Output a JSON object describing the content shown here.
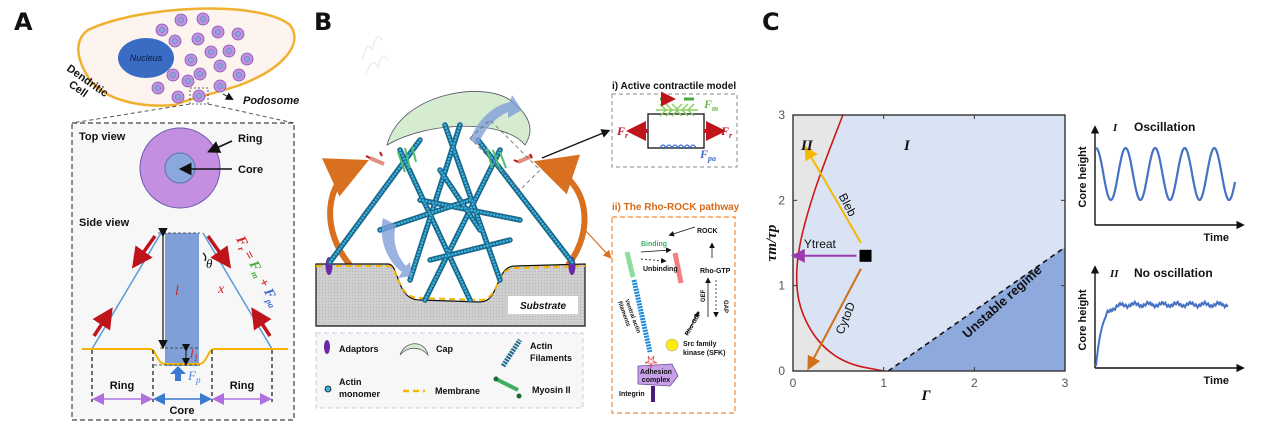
{
  "panels": {
    "A": {
      "label": "A",
      "cell_label_1": "Dendritic",
      "cell_label_2": "Cell",
      "nucleus": "Nucleus",
      "podosome": "Podosome",
      "top_view": "Top view",
      "ring": "Ring",
      "core": "Core",
      "side_view": "Side view",
      "sym_l": "l",
      "sym_l1": "l",
      "sym_l1_sub": "1",
      "sym_theta": "θ",
      "sym_x": "x",
      "sym_fp": "F",
      "sym_fp_sub": "p",
      "equation": {
        "fr": "F",
        "fr_sub": "r",
        "eq": " = ",
        "fm": "F",
        "fm_sub": "m",
        "plus": " + ",
        "fpa": "F",
        "fpa_sub": "pa"
      },
      "bottom_ring_left": "Ring",
      "bottom_core": "Core",
      "bottom_ring_right": "Ring",
      "colors": {
        "cell_outline": "#f0b030",
        "cell_fill": "#fdf3ef",
        "nucleus": "#3a6cc4",
        "podosome_ring": "#c48fe0",
        "podosome_core": "#8aa8dc",
        "force_arrow": "#c0141c",
        "actin_line": "#5a9ad8",
        "core_column": "#7f9fd8",
        "membrane": "#f5b400"
      }
    },
    "B": {
      "label": "B",
      "substrate": "Substrate",
      "legend": [
        {
          "icon": "adaptor-icon",
          "label": "Adaptors"
        },
        {
          "icon": "cap-icon",
          "label": "Cap"
        },
        {
          "icon": "actin-filament-icon",
          "label": "Actin Filaments"
        },
        {
          "icon": "actin-monomer-icon",
          "label": "Actin monomer"
        },
        {
          "icon": "membrane-icon",
          "label": "Membrane"
        },
        {
          "icon": "myosin-icon",
          "label": "Myosin II"
        }
      ],
      "legend_filaments_1": "Actin",
      "legend_filaments_2": "Filaments",
      "legend_monomer_1": "Actin",
      "legend_monomer_2": "monomer",
      "inset_i": {
        "title": "i) Active contractile model",
        "fm": "F",
        "fm_sub": "m",
        "fr": "F",
        "fr_sub": "r",
        "fpa": "F",
        "fpa_sub": "pa"
      },
      "inset_ii": {
        "title": "ii) The Rho-ROCK pathway",
        "binding": "Binding",
        "unbinding": "Unbinding",
        "rock": "ROCK",
        "rho_gtp": "Rho-GTP",
        "gef": "GEF",
        "gap": "GAP",
        "rho_gdp": "Rho-GDP",
        "ventral_1": "Ventral actin",
        "ventral_2": "filaments",
        "src_1": "Src family",
        "src_2": "kinase (SFK)",
        "adhesion_1": "Adhesion",
        "adhesion_2": "complex",
        "integrin": "Integrin"
      },
      "colors": {
        "actin": "#38b0e0",
        "cap": "#d6ecd0",
        "substrate": "#c8c8c8",
        "membrane": "#f5b400",
        "adaptor": "#6a2aa8",
        "arrow": "#d97020",
        "pathway_border": "#f08a3a",
        "pathway_title": "#d86a18"
      }
    },
    "C": {
      "label": "C",
      "chart_data": {
        "type": "phase-diagram",
        "xlabel": "Γ",
        "ylabel": "τm/τp",
        "xlim": [
          0,
          3
        ],
        "ylim": [
          0,
          3
        ],
        "xticks": [
          "0",
          "1",
          "2",
          "3"
        ],
        "yticks": [
          "0",
          "1",
          "2",
          "3"
        ],
        "regions": [
          {
            "name": "II",
            "description": "region left of red boundary curve",
            "color": "#e6e6e6"
          },
          {
            "name": "I",
            "description": "oscillation region",
            "color": "#d9e3f3"
          },
          {
            "name": "Unstable regime",
            "description": "below dashed line y = 1.5*(x-1) for x>1",
            "color": "#8eaadc"
          }
        ],
        "boundary_curve": {
          "color": "#cc1a1a",
          "points": [
            [
              1.0,
              0.0
            ],
            [
              0.6,
              0.08
            ],
            [
              0.3,
              0.3
            ],
            [
              0.1,
              0.65
            ],
            [
              0.03,
              1.0
            ],
            [
              0.06,
              1.45
            ],
            [
              0.2,
              2.0
            ],
            [
              0.35,
              2.45
            ],
            [
              0.55,
              3.0
            ]
          ]
        },
        "stability_line": {
          "style": "dashed",
          "points": [
            [
              1.05,
              0.0
            ],
            [
              3.0,
              1.45
            ]
          ]
        },
        "marker": {
          "shape": "square",
          "x": 0.8,
          "y": 1.35,
          "color": "#000000"
        },
        "arrows": [
          {
            "label": "Bleb",
            "from": [
              0.75,
              1.5
            ],
            "to": [
              0.15,
              2.6
            ],
            "color": "#f5b800"
          },
          {
            "label": "Ytreat",
            "from": [
              0.7,
              1.35
            ],
            "to": [
              0.02,
              1.35
            ],
            "color": "#9a3ab0"
          },
          {
            "label": "CytoD",
            "from": [
              0.75,
              1.2
            ],
            "to": [
              0.18,
              0.05
            ],
            "color": "#d0701a"
          }
        ]
      },
      "inset_I": {
        "roman": "I",
        "title": "Oscillation",
        "ylabel": "Core height",
        "xlabel": "Time",
        "chart_data": {
          "type": "line",
          "description": "sinusoidal oscillation",
          "periods": 5,
          "color": "#4472c4"
        }
      },
      "inset_II": {
        "roman": "II",
        "title": "No oscillation",
        "ylabel": "Core height",
        "xlabel": "Time",
        "chart_data": {
          "type": "line",
          "description": "rapid rise then noisy plateau",
          "plateau_fraction": 0.65,
          "color": "#4472c4"
        }
      }
    }
  }
}
